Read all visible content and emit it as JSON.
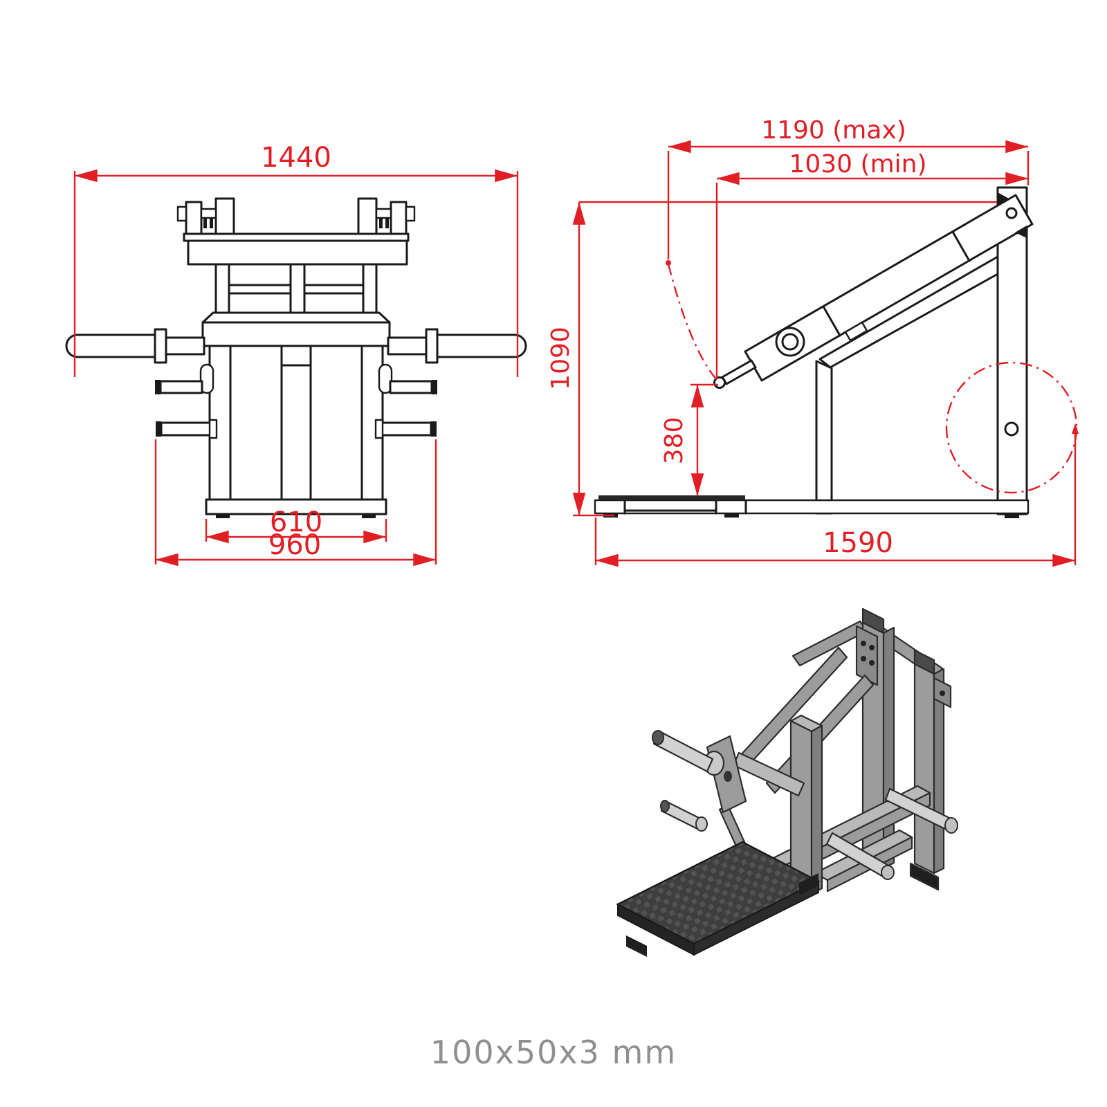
{
  "page": {
    "background": "#ffffff"
  },
  "colors": {
    "dimension_red": "#e01e24",
    "drawing_line": "#1a1a1a",
    "caption_gray": "#8f8f8f",
    "iso_frame_light": "#b9b9b9",
    "iso_frame_mid": "#9c9c9c",
    "iso_frame_dark": "#7f7f7f",
    "iso_handle_gray": "#d2d2d2",
    "iso_platform_gray": "#3e3e3e"
  },
  "front_view": {
    "dimensions": {
      "overall_width": "1440",
      "base_inner_width": "610",
      "base_outer_width": "960"
    }
  },
  "side_view": {
    "dimensions": {
      "reach_max": "1190 (max)",
      "reach_min": "1030 (min)",
      "overall_height": "1090",
      "handle_min_height": "380",
      "overall_length": "1590"
    }
  },
  "caption": {
    "tube_spec": "100x50x3 mm"
  }
}
